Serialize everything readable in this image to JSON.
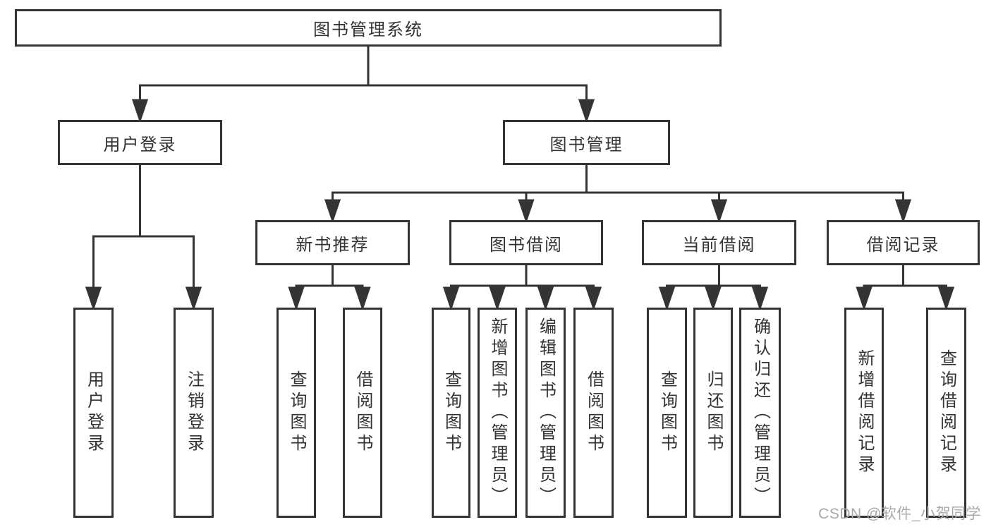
{
  "title": {
    "label": "图书管理系统"
  },
  "branches": [
    {
      "label": "用户登录",
      "children": [
        {
          "label": "用户登录"
        },
        {
          "label": "注销登录"
        }
      ]
    },
    {
      "label": "图书管理",
      "sections": [
        {
          "label": "新书推荐",
          "children": [
            {
              "label": "查询图书"
            },
            {
              "label": "借阅图书"
            }
          ]
        },
        {
          "label": "图书借阅",
          "children": [
            {
              "label": "查询图书"
            },
            {
              "label": "新增图书（管理员）"
            },
            {
              "label": "编辑图书（管理员）"
            },
            {
              "label": "借阅图书"
            }
          ]
        },
        {
          "label": "当前借阅",
          "children": [
            {
              "label": "查询图书"
            },
            {
              "label": "归还图书"
            },
            {
              "label": "确认归还（管理员）"
            }
          ]
        },
        {
          "label": "借阅记录",
          "children": [
            {
              "label": "新增借阅记录"
            },
            {
              "label": "查询借阅记录"
            }
          ]
        }
      ]
    }
  ],
  "watermark": {
    "text": "CSDN @软件_小贺同学"
  },
  "colors": {
    "line": "#343434",
    "text": "#333333",
    "background": "#ffffff",
    "watermark": "#a9a9a9"
  }
}
